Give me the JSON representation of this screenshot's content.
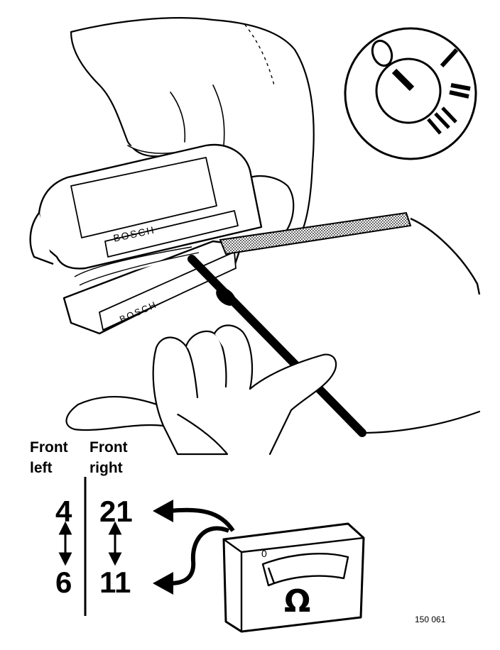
{
  "illustration": {
    "ecu_brand": "BOSCH",
    "ignition_positions": [
      "0",
      "I",
      "II",
      "III"
    ]
  },
  "columns": [
    {
      "heading_line1": "Front",
      "heading_line2": "left",
      "pin_top": "4",
      "pin_bottom": "6"
    },
    {
      "heading_line1": "Front",
      "heading_line2": "right",
      "pin_top": "21",
      "pin_bottom": "11"
    }
  ],
  "ohmmeter": {
    "zero_mark": "0",
    "unit_symbol": "Ω"
  },
  "figure_number": "150 061"
}
